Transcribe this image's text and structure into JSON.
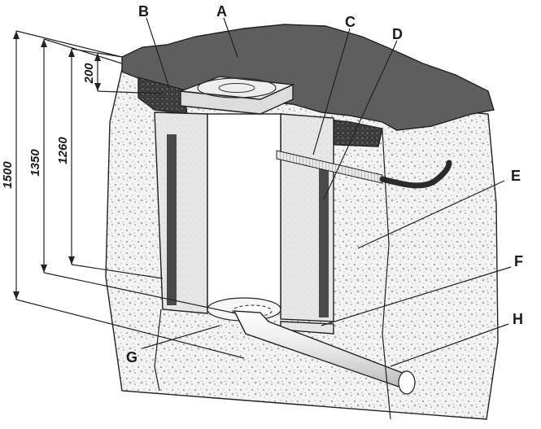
{
  "callouts": {
    "a": "A",
    "b": "B",
    "c": "C",
    "d": "D",
    "e": "E",
    "f": "F",
    "g": "G",
    "h": "H"
  },
  "dimensions": {
    "d1500": "1500",
    "d1350": "1350",
    "d1260": "1260",
    "d200": "200"
  },
  "colors": {
    "asphalt": "#5e5e5e",
    "soil": "#f0f0f0",
    "gravel": "#2e2e2e",
    "concrete": "#e2e2e2",
    "line": "#222222"
  }
}
